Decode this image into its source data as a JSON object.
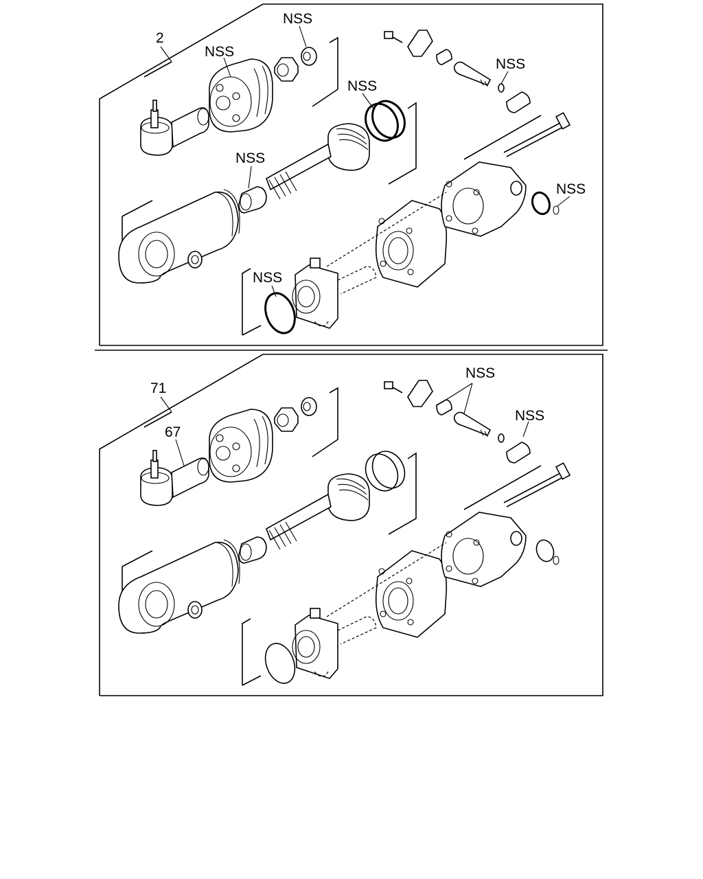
{
  "panels": [
    {
      "id": "upper",
      "assembly_ref": "2",
      "callouts": [
        {
          "key": "nss_seal",
          "text": "NSS"
        },
        {
          "key": "nss_piston",
          "text": "NSS"
        },
        {
          "key": "nss_ring",
          "text": "NSS"
        },
        {
          "key": "nss_bushing",
          "text": "NSS"
        },
        {
          "key": "nss_valve_oring",
          "text": "NSS"
        },
        {
          "key": "nss_housing_oring",
          "text": "NSS"
        },
        {
          "key": "nss_cap_oring",
          "text": "NSS"
        }
      ]
    },
    {
      "id": "lower",
      "assembly_ref": "71",
      "callouts": [
        {
          "key": "ref_67",
          "text": "67"
        },
        {
          "key": "nss_valve_pair",
          "text": "NSS"
        },
        {
          "key": "nss_bushing2",
          "text": "NSS"
        }
      ]
    }
  ]
}
